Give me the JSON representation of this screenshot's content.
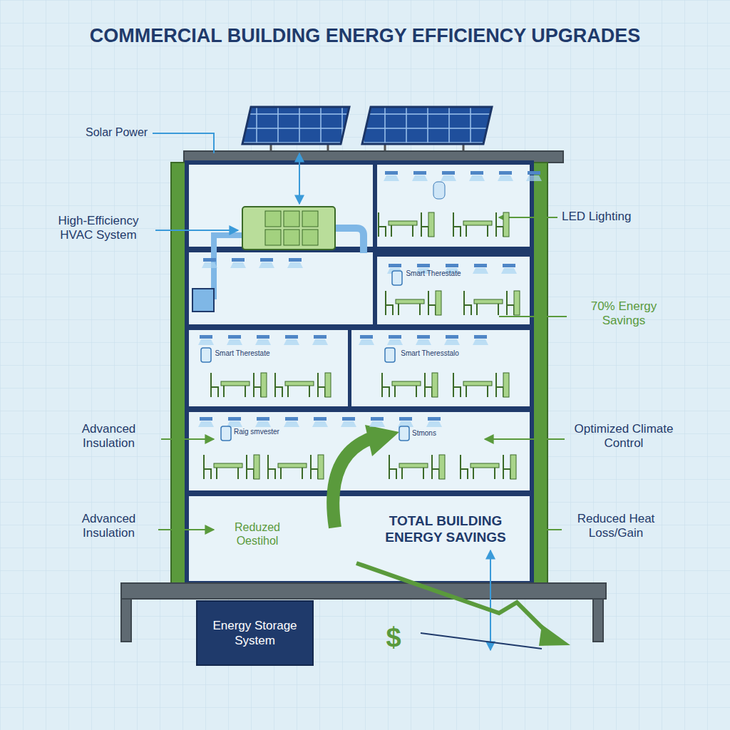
{
  "diagram": {
    "title": "COMMERCIAL BUILDING ENERGY EFFICIENCY UPGRADES",
    "nodes": [
      {
        "text": [
          "Energy Storage System"
        ]
      }
    ],
    "labels": [
      "Solar Power",
      "High-Efficiency HVAC System",
      "LED Lighting",
      "Smart Therestate",
      "70% Energy Savings",
      "Smart Therestate",
      "Smart Theresstalo",
      "Advanced Insulation",
      "Raig smvester",
      "Stmons",
      "Optimized Climate Control",
      "Advanced Insulation",
      "Reduzed Oestihol",
      "TOTAL BUILDING ENERGY SAVINGS",
      "Reduced Heat Loss/Gain",
      "$"
    ]
  }
}
